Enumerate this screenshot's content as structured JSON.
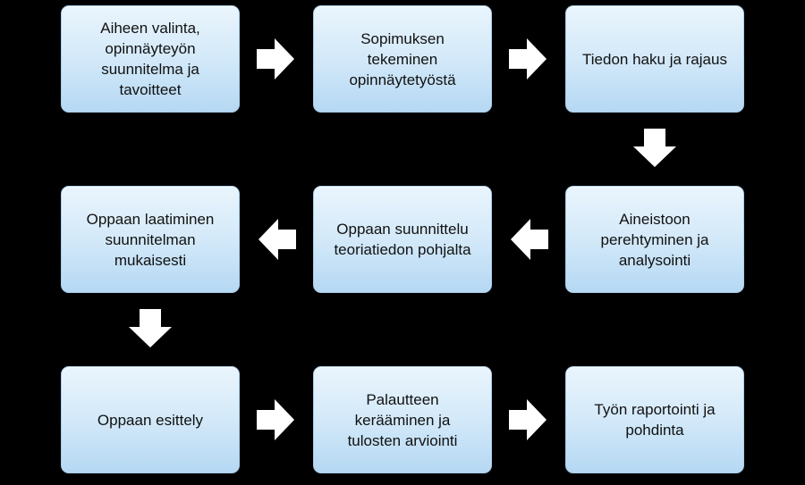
{
  "steps": [
    "Aiheen valinta,\nopinnäyteyön\nsuunnitelma ja\ntavoitteet",
    "Sopimuksen\ntekeminen\nopinnäytetyöstä",
    "Tiedon haku ja rajaus",
    "Aineistoon\nperehtyminen ja\nanalysointi",
    "Oppaan suunnittelu\nteoriatiedon pohjalta",
    "Oppaan laatiminen\nsuunnitelman\nmukaisesti",
    "Oppaan esittely",
    "Palautteen\nkerääminen ja\ntulosten arviointi",
    "Työn raportointi ja\npohdinta"
  ],
  "colors": {
    "background": "#000000",
    "box_fill_top": "#eaf5fd",
    "box_fill_bottom": "#b5d8f3",
    "arrow_fill": "#ffffff"
  },
  "icons": {
    "connector": "block-arrow-icon"
  }
}
